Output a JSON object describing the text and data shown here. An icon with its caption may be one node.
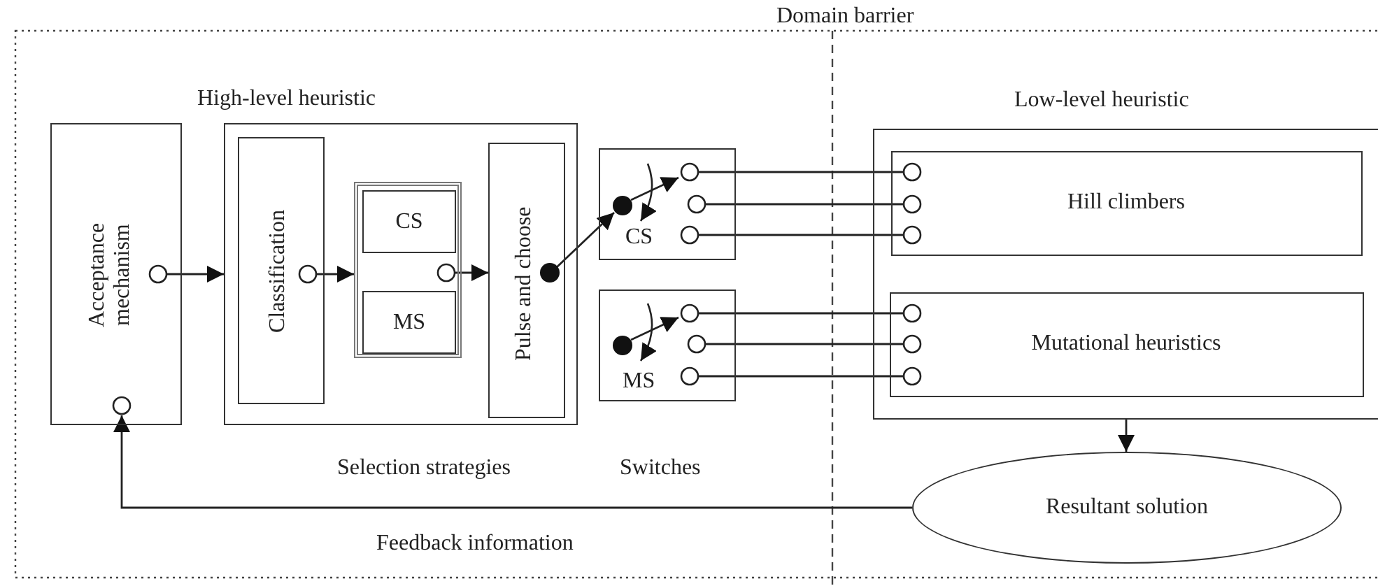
{
  "diagram": {
    "nodes": [
      {
        "text": [
          "Acceptance mechanism"
        ]
      },
      {
        "text": [
          "High-level heuristic"
        ]
      },
      {
        "text": [
          "Classification"
        ],
        "in": 1
      },
      {
        "text": [],
        "shape": "box",
        "in": 1
      },
      {
        "text": [
          "CS"
        ],
        "in": 3
      },
      {
        "text": [
          "MS"
        ],
        "in": 3
      },
      {
        "text": [
          "Pulse and choose"
        ],
        "in": 1
      },
      {
        "text": [
          "CS"
        ]
      },
      {
        "text": [
          "MS"
        ]
      },
      {
        "text": [
          "Low-level heuristic"
        ]
      },
      {
        "text": [
          "Hill climbers"
        ],
        "in": 9
      },
      {
        "text": [
          "Mutational heuristics"
        ],
        "in": 9
      },
      {
        "text": [
          "Resultant solution"
        ]
      }
    ],
    "edges": [
      {
        "from": 0,
        "to": 1,
        "arrow": "to"
      },
      {
        "from": 2,
        "to": 3,
        "arrow": "to"
      },
      {
        "from": 3,
        "to": 6,
        "arrow": "to"
      },
      {
        "from": 6,
        "to": 7,
        "arrow": "to"
      },
      {
        "from": 7,
        "to": 10,
        "arrow": "other"
      },
      {
        "from": 7,
        "to": 10,
        "arrow": "other"
      },
      {
        "from": 7,
        "to": 10,
        "arrow": "other"
      },
      {
        "from": 8,
        "to": 11,
        "arrow": "other"
      },
      {
        "from": 8,
        "to": 11,
        "arrow": "other"
      },
      {
        "from": 8,
        "to": 11,
        "arrow": "other"
      },
      {
        "from": 9,
        "to": 12,
        "arrow": "to"
      },
      {
        "from": 12,
        "to": 0,
        "arrow": "to"
      }
    ],
    "labels": [
      "Domain barrier",
      "Selection strategies",
      "Switches",
      "Feedback information"
    ]
  }
}
